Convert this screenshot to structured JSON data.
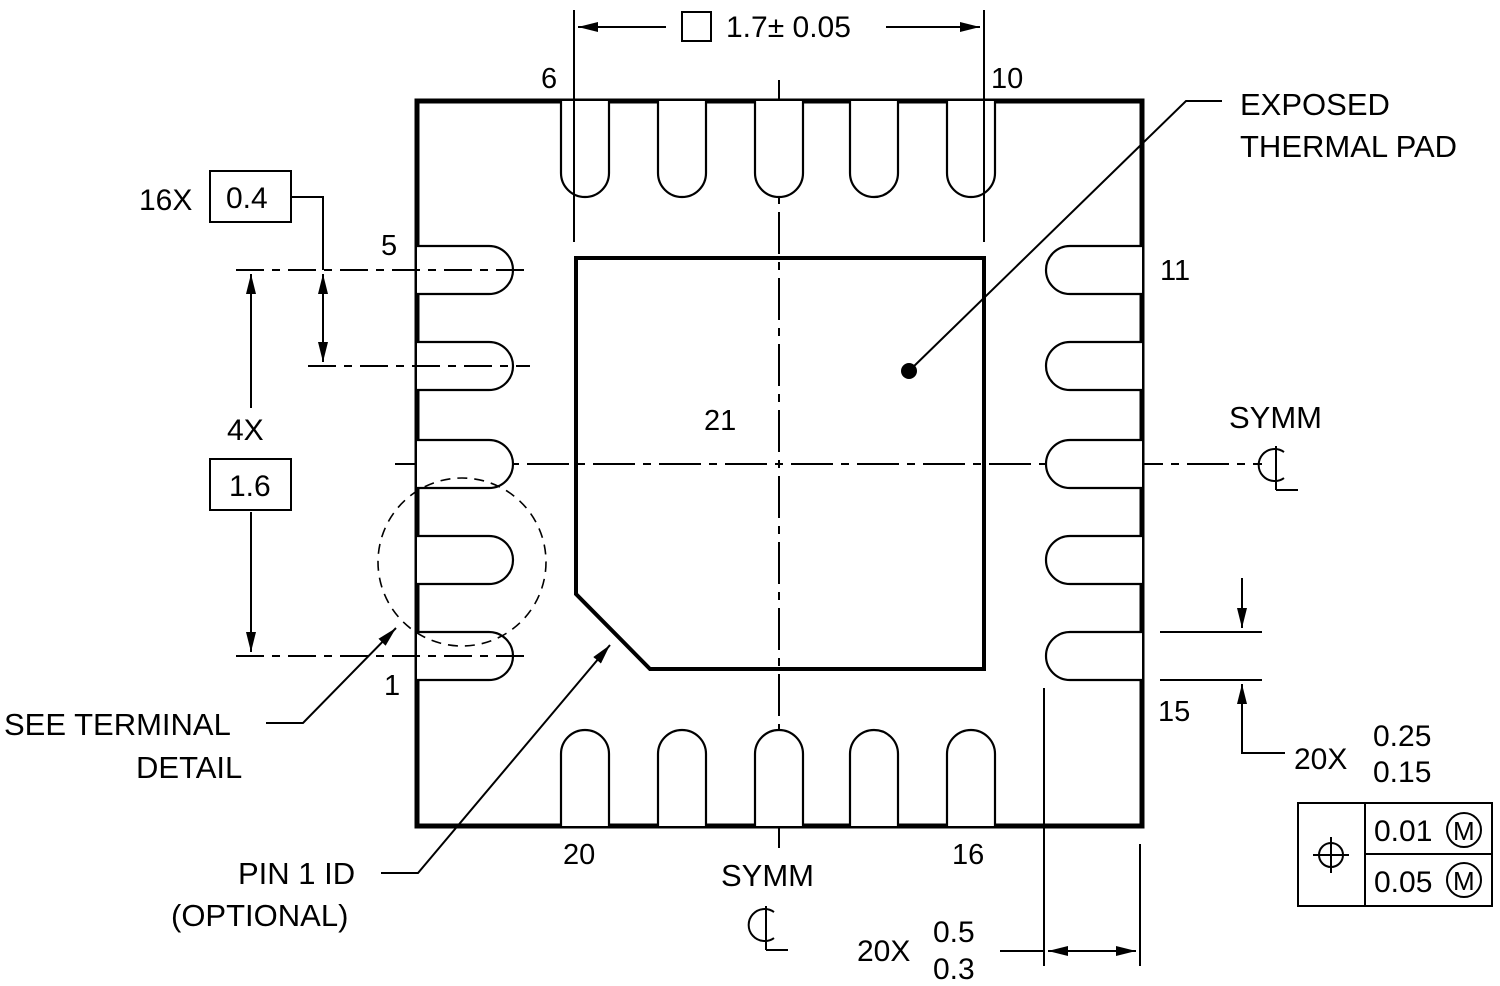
{
  "pins": {
    "p1": "1",
    "p5": "5",
    "p6": "6",
    "p10": "10",
    "p11": "11",
    "p15": "15",
    "p16": "16",
    "p20": "20",
    "pad": "21"
  },
  "labels": {
    "exposed_1": "EXPOSED",
    "exposed_2": "THERMAL PAD",
    "symm": "SYMM",
    "see_1": "SEE TERMINAL",
    "see_2": "DETAIL",
    "pin1_1": "PIN 1 ID",
    "pin1_2": "(OPTIONAL)"
  },
  "dims": {
    "pad_size": "1.7± 0.05",
    "pitch_count": "16X",
    "pitch": "0.4",
    "span_count": "4X",
    "span": "1.6",
    "width_count": "20X",
    "width_max": "0.25",
    "width_min": "0.15",
    "length_count": "20X",
    "length_max": "0.5",
    "length_min": "0.3",
    "tol1": "0.01",
    "tol2": "0.05",
    "modifier": "M"
  }
}
